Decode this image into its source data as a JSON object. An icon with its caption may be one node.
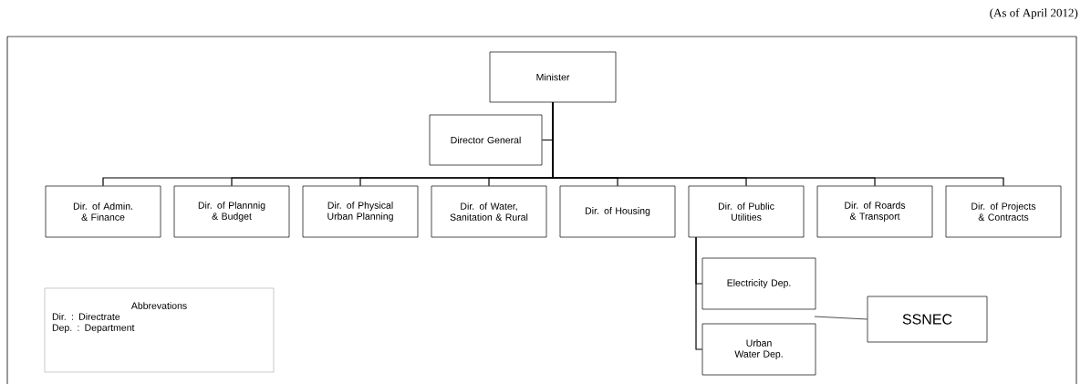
{
  "diagram": {
    "nodes": [
      {
        "text": [
          "Minister"
        ]
      },
      {
        "text": [
          "Director General"
        ]
      },
      {
        "text": [
          "Dir. of Admin. & Finance"
        ]
      },
      {
        "text": [
          "Dir. of Plannnig & Budget"
        ]
      },
      {
        "text": [
          "Dir. of Physical Urban Planning"
        ]
      },
      {
        "text": [
          "Dir. of Water, Sanitation & Rural"
        ]
      },
      {
        "text": [
          "Dir. of Housing"
        ]
      },
      {
        "text": [
          "Dir. of Public Utilities"
        ]
      },
      {
        "text": [
          "Dir. of Roards & Transport"
        ]
      },
      {
        "text": [
          "Dir. of Projects & Contracts"
        ]
      },
      {
        "text": [
          "Electricity Dep."
        ]
      },
      {
        "text": [
          "Urban Water Dep."
        ]
      },
      {
        "text": [
          "SSNEC"
        ]
      },
      {
        "text": [
          "Abbrevations",
          "Dir.   : Directrate",
          "Dep. : Department"
        ]
      }
    ],
    "edges": [
      {
        "from": 0,
        "to": 1,
        "arrow": "none"
      },
      {
        "from": 0,
        "to": 2,
        "arrow": "none"
      },
      {
        "from": 0,
        "to": 3,
        "arrow": "none"
      },
      {
        "from": 0,
        "to": 4,
        "arrow": "none"
      },
      {
        "from": 0,
        "to": 5,
        "arrow": "none"
      },
      {
        "from": 0,
        "to": 6,
        "arrow": "none"
      },
      {
        "from": 0,
        "to": 7,
        "arrow": "none"
      },
      {
        "from": 0,
        "to": 8,
        "arrow": "none"
      },
      {
        "from": 0,
        "to": 9,
        "arrow": "none"
      },
      {
        "from": 7,
        "to": 10,
        "arrow": "none"
      },
      {
        "from": 7,
        "to": 11,
        "arrow": "none"
      },
      {
        "from": 10,
        "to": 12,
        "arrow": "none"
      }
    ],
    "labels": [
      "(As of April 2012)"
    ]
  }
}
